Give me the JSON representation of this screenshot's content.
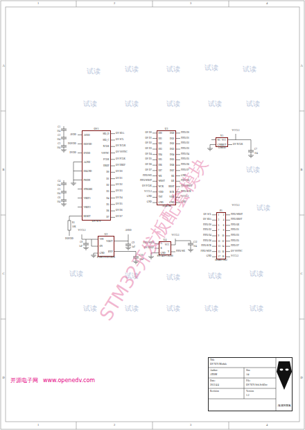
{
  "diagram": {
    "nodes": [
      {
        "text": [
          "OV1",
          "OV7670",
          "AVDD",
          "DOVDD",
          "DVDD",
          "AGND",
          "DOGND",
          "PWDN",
          "STROBE",
          "VREF1",
          "VREF2",
          "RESET",
          "SIO_D",
          "SIO_C",
          "XCLK",
          "VSYNC",
          "PCLK",
          "HREF",
          "D0",
          "D1",
          "D2",
          "D3",
          "D4",
          "D5",
          "D6",
          "D7"
        ]
      },
      {
        "text": [
          "U3",
          "AL422B",
          "DI0",
          "DI1",
          "DI2",
          "DI3",
          "DI4",
          "DI5",
          "DI6",
          "DI7",
          "WE",
          "WRST",
          "WCK",
          "VDD",
          "TST",
          "GND",
          "DO0",
          "DO1",
          "DO2",
          "DO3",
          "DO4",
          "DO5",
          "DO6",
          "DO7",
          "RE",
          "OE",
          "RRST",
          "RCK",
          "VDD",
          "GND"
        ]
      },
      {
        "text": [
          "Y1",
          "12MHz",
          "NC",
          "GND",
          "VCC",
          "OUT"
        ]
      },
      {
        "text": [
          "P1",
          "Header 9X2",
          "1",
          "3",
          "5",
          "7",
          "9",
          "11",
          "13",
          "15",
          "17",
          "2",
          "4",
          "6",
          "8",
          "10",
          "12",
          "14",
          "16",
          "18"
        ]
      },
      {
        "text": [
          "U2",
          "PAM3101DAB28",
          "VIN",
          "EN",
          "GND",
          "VOUT",
          "BYP"
        ]
      },
      {
        "text": [
          "U4",
          "SN74LVC1G00",
          "A",
          "B",
          "GND",
          "VCC",
          "Y"
        ]
      },
      {
        "text": [
          "Title",
          "OV7670 Module",
          "Author:",
          "ATOM",
          "Size",
          "A4",
          "Date:",
          "2012/4/4",
          "File:",
          "OV7670 Sch.SchDoc",
          "Revision",
          "Version",
          "1.2",
          "ALIENTEK"
        ]
      }
    ],
    "labels": [
      "1",
      "2",
      "3",
      "4",
      "1",
      "2",
      "3",
      "4",
      "A",
      "B",
      "C",
      "D",
      "A",
      "B",
      "C",
      "D",
      "AVDD",
      "DOVDD",
      "DVDD",
      "C1",
      "104",
      "C2",
      "104",
      "C3",
      "104",
      "C4",
      "104",
      "C5",
      "104",
      "C6",
      "104",
      "R1",
      "10K",
      "DOVDD",
      "OV SDA",
      "OV SCL",
      "OV XCLK",
      "OV VSYNC",
      "OV PCLK",
      "OV HREF",
      "OV D0",
      "OV D1",
      "OV D2",
      "OV D3",
      "OV D4",
      "OV D5",
      "OV D6",
      "OV D7",
      "OV D0",
      "OV D1",
      "OV D2",
      "OV D3",
      "OV D4",
      "OV D5",
      "OV D6",
      "OV D7",
      "FIFO WE",
      "FIFO WRST",
      "OV PCLK",
      "VCC3.3",
      "GND",
      "GND",
      "FIFO D0",
      "FIFO D1",
      "FIFO D2",
      "FIFO D3",
      "FIFO D4",
      "FIFO D5",
      "FIFO D6",
      "FIFO D7",
      "GND",
      "FIFO OE",
      "FIFO RRST",
      "FIFO RCK",
      "VCC3.3",
      "GND",
      "VCC3.3",
      "OV XCLK",
      "C7",
      "104",
      "OV SCL",
      "OV SDA",
      "FIFO D0",
      "FIFO D2",
      "FIFO D4",
      "FIFO D6",
      "FIFO RCK",
      "FIFO WEN",
      "GND",
      "FIFO WRST",
      "FIFO RRST",
      "FIFO OE",
      "FIFO D1",
      "FIFO D3",
      "FIFO D5",
      "FIFO D7",
      "OV VSYNC",
      "VCC3.3",
      "VCC3.3",
      "VCC3.3",
      "AVDD",
      "C8",
      "1uF",
      "C9",
      "1uF",
      "C10",
      "10nF",
      "FIFO WEN",
      "OV HREF",
      "FIFO WE",
      "VCC3.3",
      "C12",
      "104",
      "试读",
      "试读",
      "试读",
      "试读",
      "试读",
      "试读",
      "试读",
      "试读",
      "试读",
      "试读",
      "试读",
      "试读",
      "试读",
      "试读",
      "试读",
      "试读",
      "试读",
      "试读",
      "试读",
      "试读",
      "试读",
      "试读",
      "STM32开发板配套模块",
      "开源电子网",
      "www.openedv.com"
    ]
  }
}
